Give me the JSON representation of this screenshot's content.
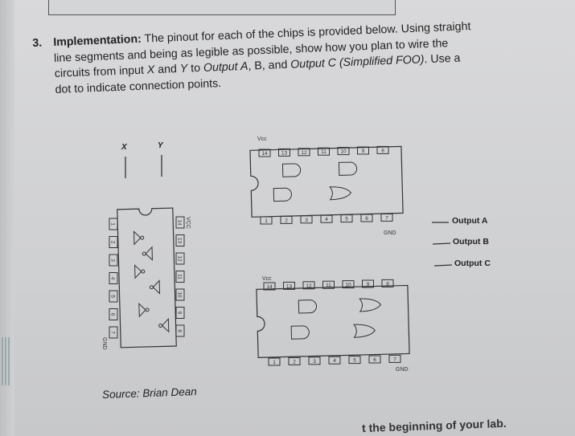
{
  "question": {
    "number": "3.",
    "heading": "Implementation:",
    "line1": " The pinout for each of the chips is provided below. Using straight",
    "line2": "line segments and being as legible as possible, show how you plan to wire the",
    "line3_a": "circuits from input ",
    "line3_x": "X",
    "line3_b": " and ",
    "line3_y": "Y",
    "line3_c": " to ",
    "line3_outa": "Output A",
    "line3_d": ", B, and ",
    "line3_outc": "Output C (Simplified FOO)",
    "line3_e": ". Use a",
    "line4": "dot to indicate connection points."
  },
  "inputs": {
    "x": "X",
    "y": "Y"
  },
  "outputs": [
    "Output A",
    "Output B",
    "Output C"
  ],
  "chip_inverter": {
    "left_pins": [
      "1",
      "2",
      "3",
      "4",
      "5",
      "6",
      "7"
    ],
    "right_pins": [
      "14",
      "13",
      "12",
      "11",
      "10",
      "9",
      "8"
    ],
    "vcc": "VCC",
    "gnd": "GND"
  },
  "chip_top": {
    "top_pins": [
      "14",
      "13",
      "12",
      "11",
      "10",
      "9",
      "8"
    ],
    "bottom_pins": [
      "1",
      "2",
      "3",
      "4",
      "5",
      "6",
      "7"
    ],
    "vcc": "Vcc",
    "gnd": "GND"
  },
  "chip_bottom": {
    "top_pins": [
      "14",
      "13",
      "12",
      "11",
      "10",
      "9",
      "8"
    ],
    "bottom_pins": [
      "1",
      "2",
      "3",
      "4",
      "5",
      "6",
      "7"
    ],
    "vcc": "Vcc",
    "gnd": "GND"
  },
  "source": "Source: Brian Dean",
  "footer_fragment": "t the beginning of your lab."
}
